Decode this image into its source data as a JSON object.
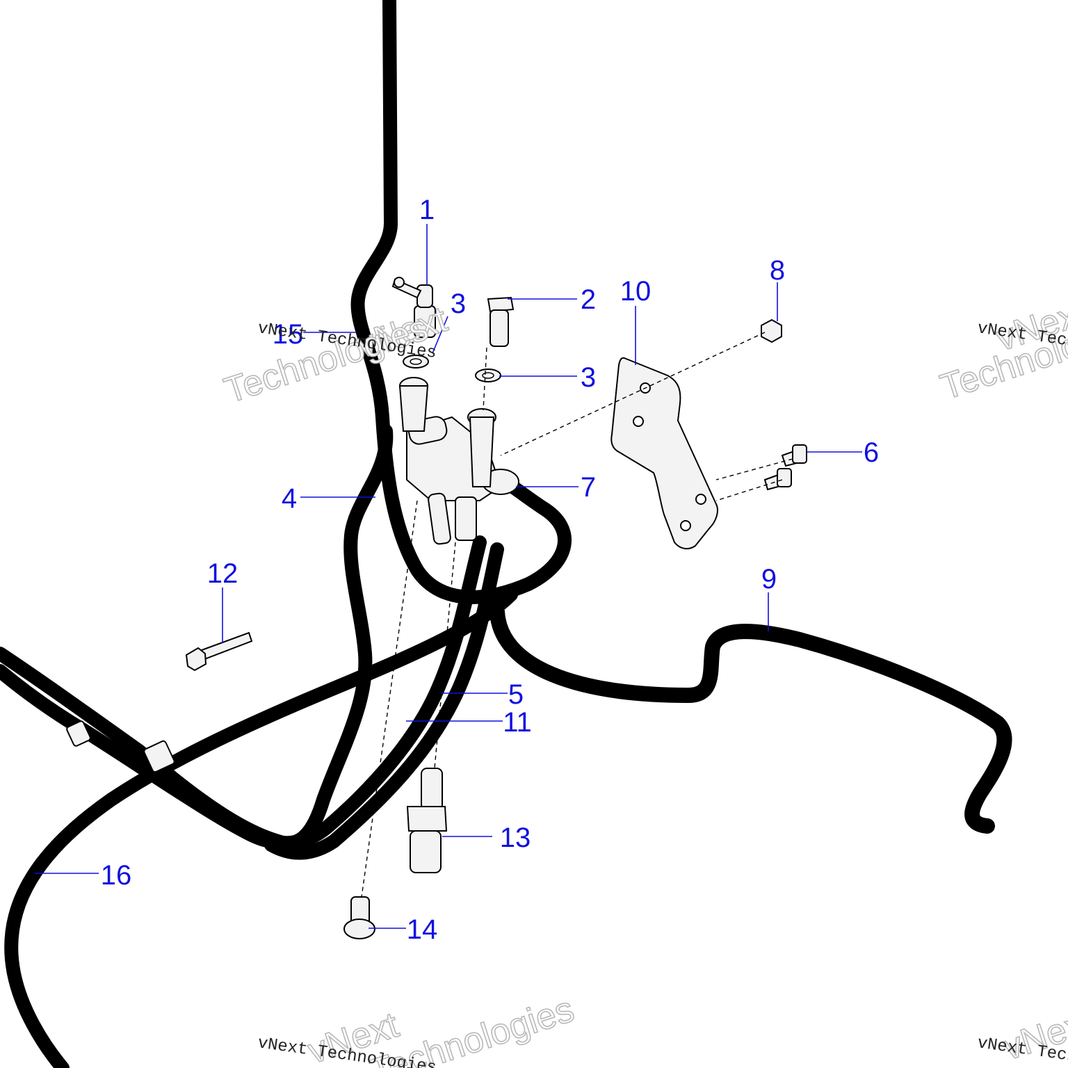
{
  "diagram": {
    "callouts": [
      {
        "id": "1",
        "label": "1"
      },
      {
        "id": "2",
        "label": "2"
      },
      {
        "id": "3a",
        "label": "3"
      },
      {
        "id": "3b",
        "label": "3"
      },
      {
        "id": "4",
        "label": "4"
      },
      {
        "id": "5",
        "label": "5"
      },
      {
        "id": "6",
        "label": "6"
      },
      {
        "id": "7",
        "label": "7"
      },
      {
        "id": "8",
        "label": "8"
      },
      {
        "id": "9",
        "label": "9"
      },
      {
        "id": "10",
        "label": "10"
      },
      {
        "id": "11",
        "label": "11"
      },
      {
        "id": "12",
        "label": "12"
      },
      {
        "id": "13",
        "label": "13"
      },
      {
        "id": "14",
        "label": "14"
      },
      {
        "id": "15",
        "label": "15"
      },
      {
        "id": "16",
        "label": "16"
      }
    ],
    "colors": {
      "callout": "#1010e0",
      "line": "#000000",
      "fill": "#f4f4f4"
    }
  },
  "watermark": {
    "small": "vNext Technologies",
    "big_line1": "vNext",
    "big_line2": "Technologies"
  }
}
